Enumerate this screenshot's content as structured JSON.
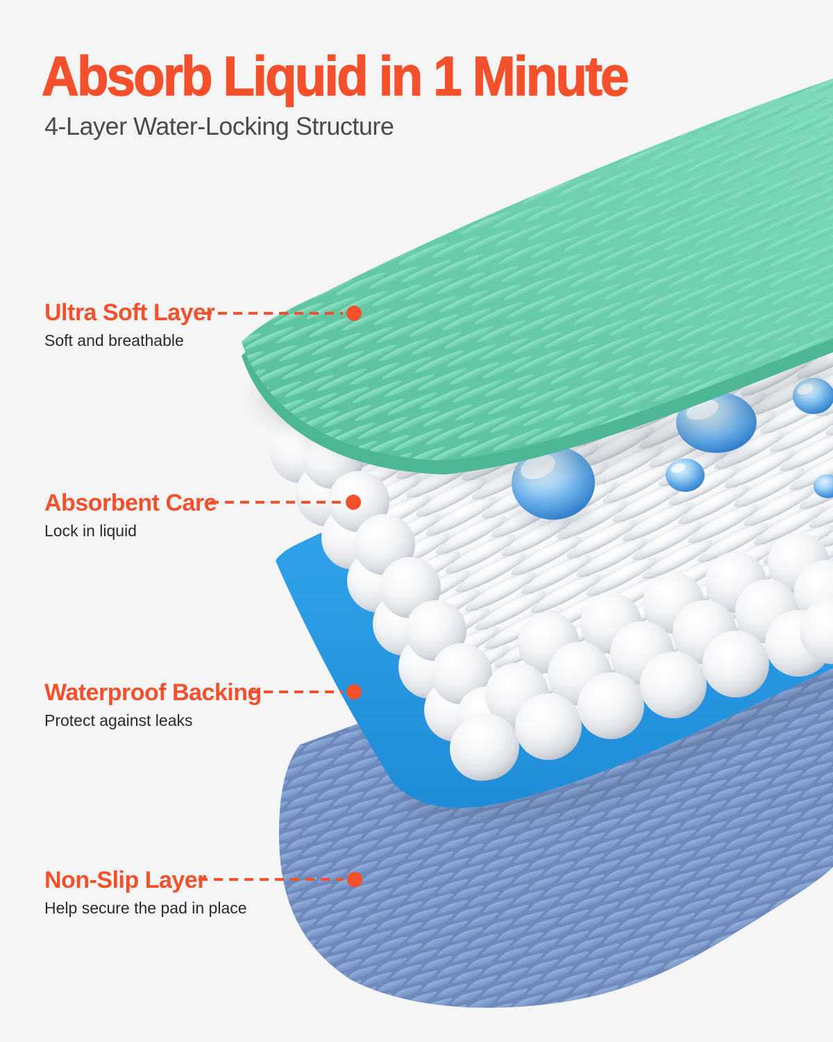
{
  "header": {
    "title": "Absorb Liquid in 1 Minute",
    "subtitle": "4-Layer Water-Locking Structure"
  },
  "callouts": [
    {
      "label": "Ultra Soft Layer",
      "description": "Soft and breathable"
    },
    {
      "label": "Absorbent Care",
      "description": "Lock in liquid"
    },
    {
      "label": "Waterproof Backing",
      "description": "Protect against leaks"
    },
    {
      "label": "Non-Slip Layer",
      "description": "Help secure the pad in place"
    }
  ],
  "colors": {
    "accent": "#F4512C",
    "title_text": "#F4502B",
    "subtitle_text": "#4A4A4C",
    "description_text": "#2A2A2C",
    "background": "#F5F5F6",
    "ultra_soft_layer_green": "#6FCFAC",
    "absorbent_bead_white": "#F2F3F5",
    "water_droplet_blue": "#4A9FE0",
    "waterproof_backing_blue": "#29A1EB",
    "non_slip_layer_slate": "#7E9AC9"
  }
}
